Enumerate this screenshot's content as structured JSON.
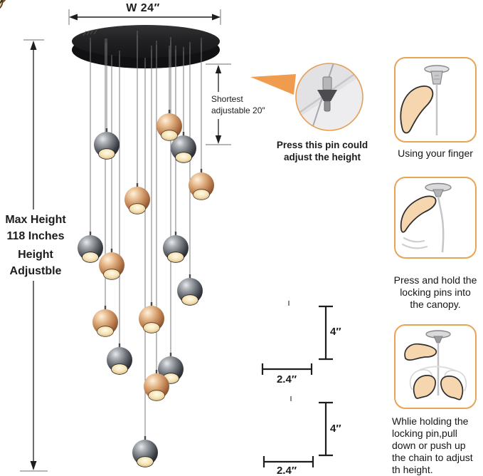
{
  "diagram": {
    "width_label": "W 24″",
    "shortest_label": "Shortest\nadjustable 20″",
    "height_lines": [
      "Max Height",
      "118 Inches",
      "Height",
      "Adjustble"
    ],
    "pin_note": "Press this pin could\nadjust the height",
    "pendants": {
      "count": 15,
      "finishes": [
        "rose-gold",
        "gunmetal-black"
      ]
    }
  },
  "size_reference": {
    "copper": {
      "height": "4″",
      "diameter": "2.4″"
    },
    "black": {
      "height": "4″",
      "diameter": "2.4″"
    }
  },
  "instructions": {
    "step1": "Using your finger",
    "step2": "Press and hold the\nlocking pins into\nthe canopy.",
    "step3": "Whlie holding the\nlocking pin,pull\ndown or push up\nthe chain to adjust\nth height."
  },
  "colors": {
    "accent_orange": "#EE9D4F",
    "canopy_black": "#1C1C1E",
    "rose_gold": "#C9935F",
    "gunmetal": "#3B3E44",
    "glow": "#F2DFB4",
    "text": "#1C1C1C"
  }
}
